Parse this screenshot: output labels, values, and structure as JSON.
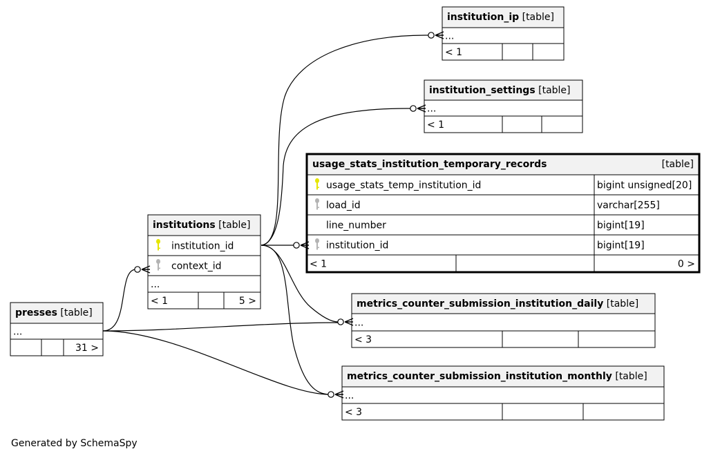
{
  "tables": [
    {
      "id": "institution_ip",
      "name": "institution_ip",
      "kind": "[table]",
      "columns": [],
      "ellipsis": "...",
      "footer": {
        "left": "< 1",
        "right": ""
      }
    },
    {
      "id": "institution_settings",
      "name": "institution_settings",
      "kind": "[table]",
      "columns": [],
      "ellipsis": "...",
      "footer": {
        "left": "< 1",
        "right": ""
      }
    },
    {
      "id": "usage_stats",
      "name": "usage_stats_institution_temporary_records",
      "kind": "[table]",
      "columns": [
        {
          "name": "usage_stats_temp_institution_id",
          "type": "bigint unsigned[20]",
          "key": "primary"
        },
        {
          "name": "load_id",
          "type": "varchar[255]",
          "key": "index"
        },
        {
          "name": "line_number",
          "type": "bigint[19]",
          "key": "none"
        },
        {
          "name": "institution_id",
          "type": "bigint[19]",
          "key": "index"
        }
      ],
      "footer": {
        "left": "< 1",
        "right": "0 >"
      }
    },
    {
      "id": "institutions",
      "name": "institutions",
      "kind": "[table]",
      "columns": [
        {
          "name": "institution_id",
          "key": "primary"
        },
        {
          "name": "context_id",
          "key": "index"
        }
      ],
      "ellipsis": "...",
      "footer": {
        "left": "< 1",
        "right": "5 >"
      }
    },
    {
      "id": "presses",
      "name": "presses",
      "kind": "[table]",
      "columns": [],
      "ellipsis": "...",
      "footer": {
        "left": "",
        "right": "31 >"
      }
    },
    {
      "id": "mcs_daily",
      "name": "metrics_counter_submission_institution_daily",
      "kind": "[table]",
      "columns": [],
      "ellipsis": "...",
      "footer": {
        "left": "< 3",
        "right": ""
      }
    },
    {
      "id": "mcs_monthly",
      "name": "metrics_counter_submission_institution_monthly",
      "kind": "[table]",
      "columns": [],
      "ellipsis": "...",
      "footer": {
        "left": "< 3",
        "right": ""
      }
    }
  ],
  "relationships": [
    {
      "from": "institutions",
      "to": "institution_ip"
    },
    {
      "from": "institutions",
      "to": "institution_settings"
    },
    {
      "from": "institutions",
      "to": "usage_stats"
    },
    {
      "from": "institutions",
      "to": "mcs_daily"
    },
    {
      "from": "institutions",
      "to": "mcs_monthly"
    },
    {
      "from": "presses",
      "to": "institutions"
    },
    {
      "from": "presses",
      "to": "mcs_daily"
    },
    {
      "from": "presses",
      "to": "mcs_monthly"
    }
  ],
  "colors": {
    "primary_key": "#e6e600",
    "index_key": "#b3b3b3",
    "header_bg": "#f2f2f2"
  },
  "footer_text": "Generated by SchemaSpy"
}
